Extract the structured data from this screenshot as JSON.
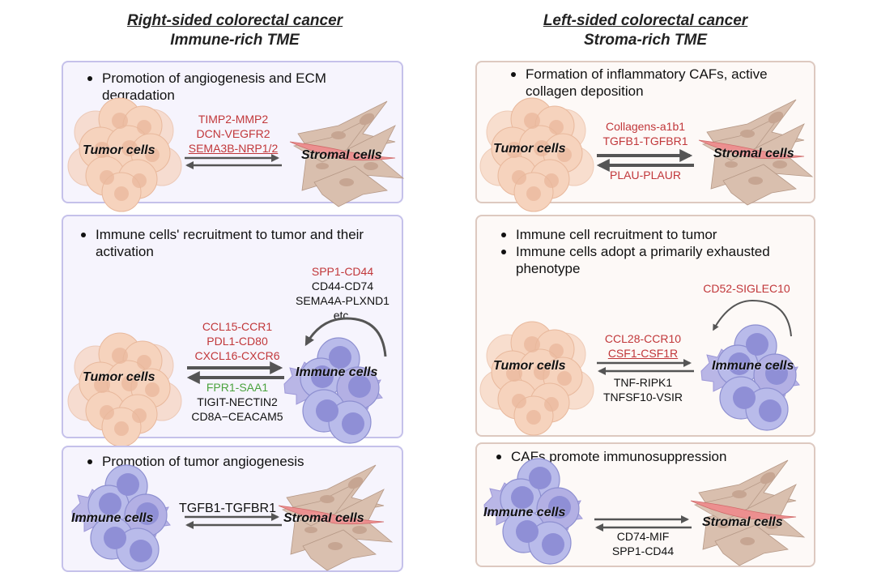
{
  "columns": [
    {
      "title_line1": "Right-sided colorectal cancer",
      "title_line2": "Immune-rich TME",
      "panels": [
        {
          "bullets": [
            "Promotion of angiogenesis and ECM degradation"
          ],
          "left_cell": "Tumor cells",
          "right_cell": "Stromal cells",
          "forward_pairs": [
            {
              "text": "TIMP2-MMP2",
              "color": "red"
            },
            {
              "text": "DCN-VEGFR2",
              "color": "red"
            },
            {
              "text": "SEMA3B-NRP1/2",
              "color": "red"
            }
          ],
          "reverse_pairs": []
        },
        {
          "bullets": [
            "Immune cells' recruitment to tumor and their activation"
          ],
          "left_cell": "Tumor cells",
          "right_cell": "Immune cells",
          "autocrine_pairs": [
            {
              "text": "SPP1-CD44",
              "color": "red"
            },
            {
              "text": "CD44-CD74",
              "color": "black"
            },
            {
              "text": "SEMA4A-PLXND1",
              "color": "black"
            },
            {
              "text": "etc.",
              "color": "black"
            }
          ],
          "forward_pairs": [
            {
              "text": "CCL15-CCR1",
              "color": "red"
            },
            {
              "text": "PDL1-CD80",
              "color": "red"
            },
            {
              "text": "CXCL16-CXCR6",
              "color": "red"
            }
          ],
          "reverse_pairs": [
            {
              "text": "FPR1-SAA1",
              "color": "green"
            },
            {
              "text": "TIGIT-NECTIN2",
              "color": "black"
            },
            {
              "text": "CD8A−CEACAM5",
              "color": "black"
            }
          ]
        },
        {
          "bullets": [
            "Promotion of tumor angiogenesis"
          ],
          "left_cell": "Immune cells",
          "right_cell": "Stromal cells",
          "forward_pairs": [
            {
              "text": "TGFB1-TGFBR1",
              "color": "black"
            }
          ],
          "reverse_pairs": []
        }
      ]
    },
    {
      "title_line1": "Left-sided colorectal cancer",
      "title_line2": "Stroma-rich TME",
      "panels": [
        {
          "bullets": [
            "Formation of inflammatory CAFs, active collagen deposition"
          ],
          "left_cell": "Tumor cells",
          "right_cell": "Stromal cells",
          "forward_pairs": [
            {
              "text": "Collagens-a1b1",
              "color": "red"
            },
            {
              "text": "TGFB1-TGFBR1",
              "color": "red"
            }
          ],
          "reverse_pairs": [
            {
              "text": "PLAU-PLAUR",
              "color": "red"
            }
          ]
        },
        {
          "bullets": [
            "Immune cell recruitment to tumor",
            "Immune cells adopt a primarily exhausted phenotype"
          ],
          "left_cell": "Tumor cells",
          "right_cell": "Immune cells",
          "autocrine_pairs": [
            {
              "text": "CD52-SIGLEC10",
              "color": "red"
            }
          ],
          "forward_pairs": [
            {
              "text": "CCL28-CCR10",
              "color": "red"
            },
            {
              "text": "CSF1-CSF1R",
              "color": "red"
            }
          ],
          "reverse_pairs": [
            {
              "text": "TNF-RIPK1",
              "color": "black"
            },
            {
              "text": "TNFSF10-VSIR",
              "color": "black"
            }
          ]
        },
        {
          "bullets": [
            "CAFs promote immunosuppression"
          ],
          "left_cell": "Immune cells",
          "right_cell": "Stromal cells",
          "forward_pairs": [],
          "reverse_pairs": [
            {
              "text": "CD74-MIF",
              "color": "black"
            },
            {
              "text": "SPP1-CD44",
              "color": "black"
            }
          ]
        }
      ]
    }
  ],
  "colors": {
    "red": "#c1373a",
    "black": "#111111",
    "green": "#4aa23e",
    "immune_rich_panel_bg": "#f6f4fd",
    "immune_rich_panel_border": "#c5c1ea",
    "stroma_rich_panel_bg": "#fdf9f7",
    "stroma_rich_panel_border": "#ddc9c0"
  }
}
